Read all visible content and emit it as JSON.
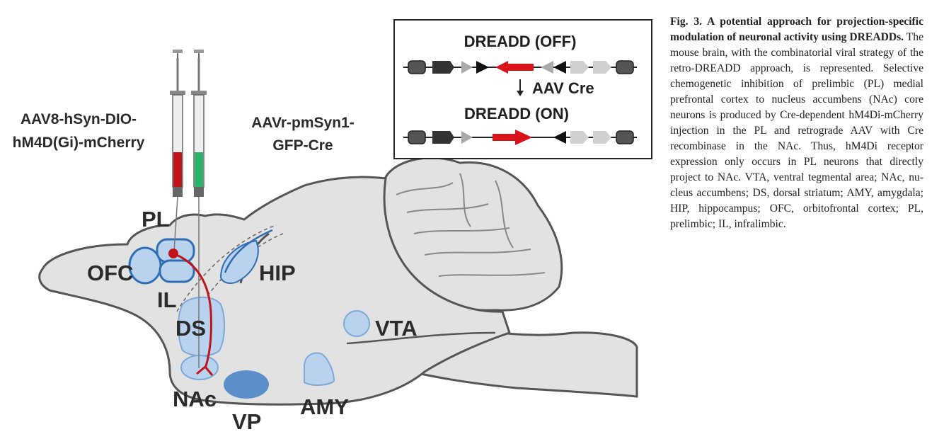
{
  "figure": {
    "injection_left": [
      "AAV8-hSyn-DIO-",
      "hM4D(Gi)-mCherry"
    ],
    "injection_right": [
      "AAVr-pmSyn1-",
      "GFP-Cre"
    ],
    "regions": {
      "pl": "PL",
      "ofc": "OFC",
      "il": "IL",
      "ds": "DS",
      "nac": "NAc",
      "vp": "VP",
      "amy": "AMY",
      "hip": "HIP",
      "vta": "VTA"
    },
    "box": {
      "off_title": "DREADD (OFF)",
      "cre_label": "AAV Cre",
      "on_title": "DREADD (ON)"
    },
    "colors": {
      "region_fill": "#b9d3ef",
      "region_stroke": "#2f6db5",
      "vp_fill": "#5b8ecb",
      "projection": "#c0141a",
      "brain_fill": "#e2e2e2"
    }
  },
  "caption": {
    "label": "Fig. 3. A potential approach for projection-specific modulation of neuronal activity using DREADDs.",
    "body": "The mouse brain, with the combinatorial viral strategy of the retro-DREADD approach, is represented. Selective chemogenetic inhibi­tion of prelimbic (PL) medial prefrontal cortex to nucleus accumbens (NAc) core neurons is produced by Cre-dependent hM4Di-mCherry injection in the PL and retrograde AAV with Cre recombinase in the NAc. Thus, hM4Di receptor expression only occurs in PL neurons that directly project to NAc. VTA, ventral tegmental area; NAc, nu­cleus accumbens; DS, dorsal striatum; AMY, amygdala; HIP, hippocampus; OFC, orbito­frontal cortex; PL, prelimbic; IL, infralimbic."
  }
}
